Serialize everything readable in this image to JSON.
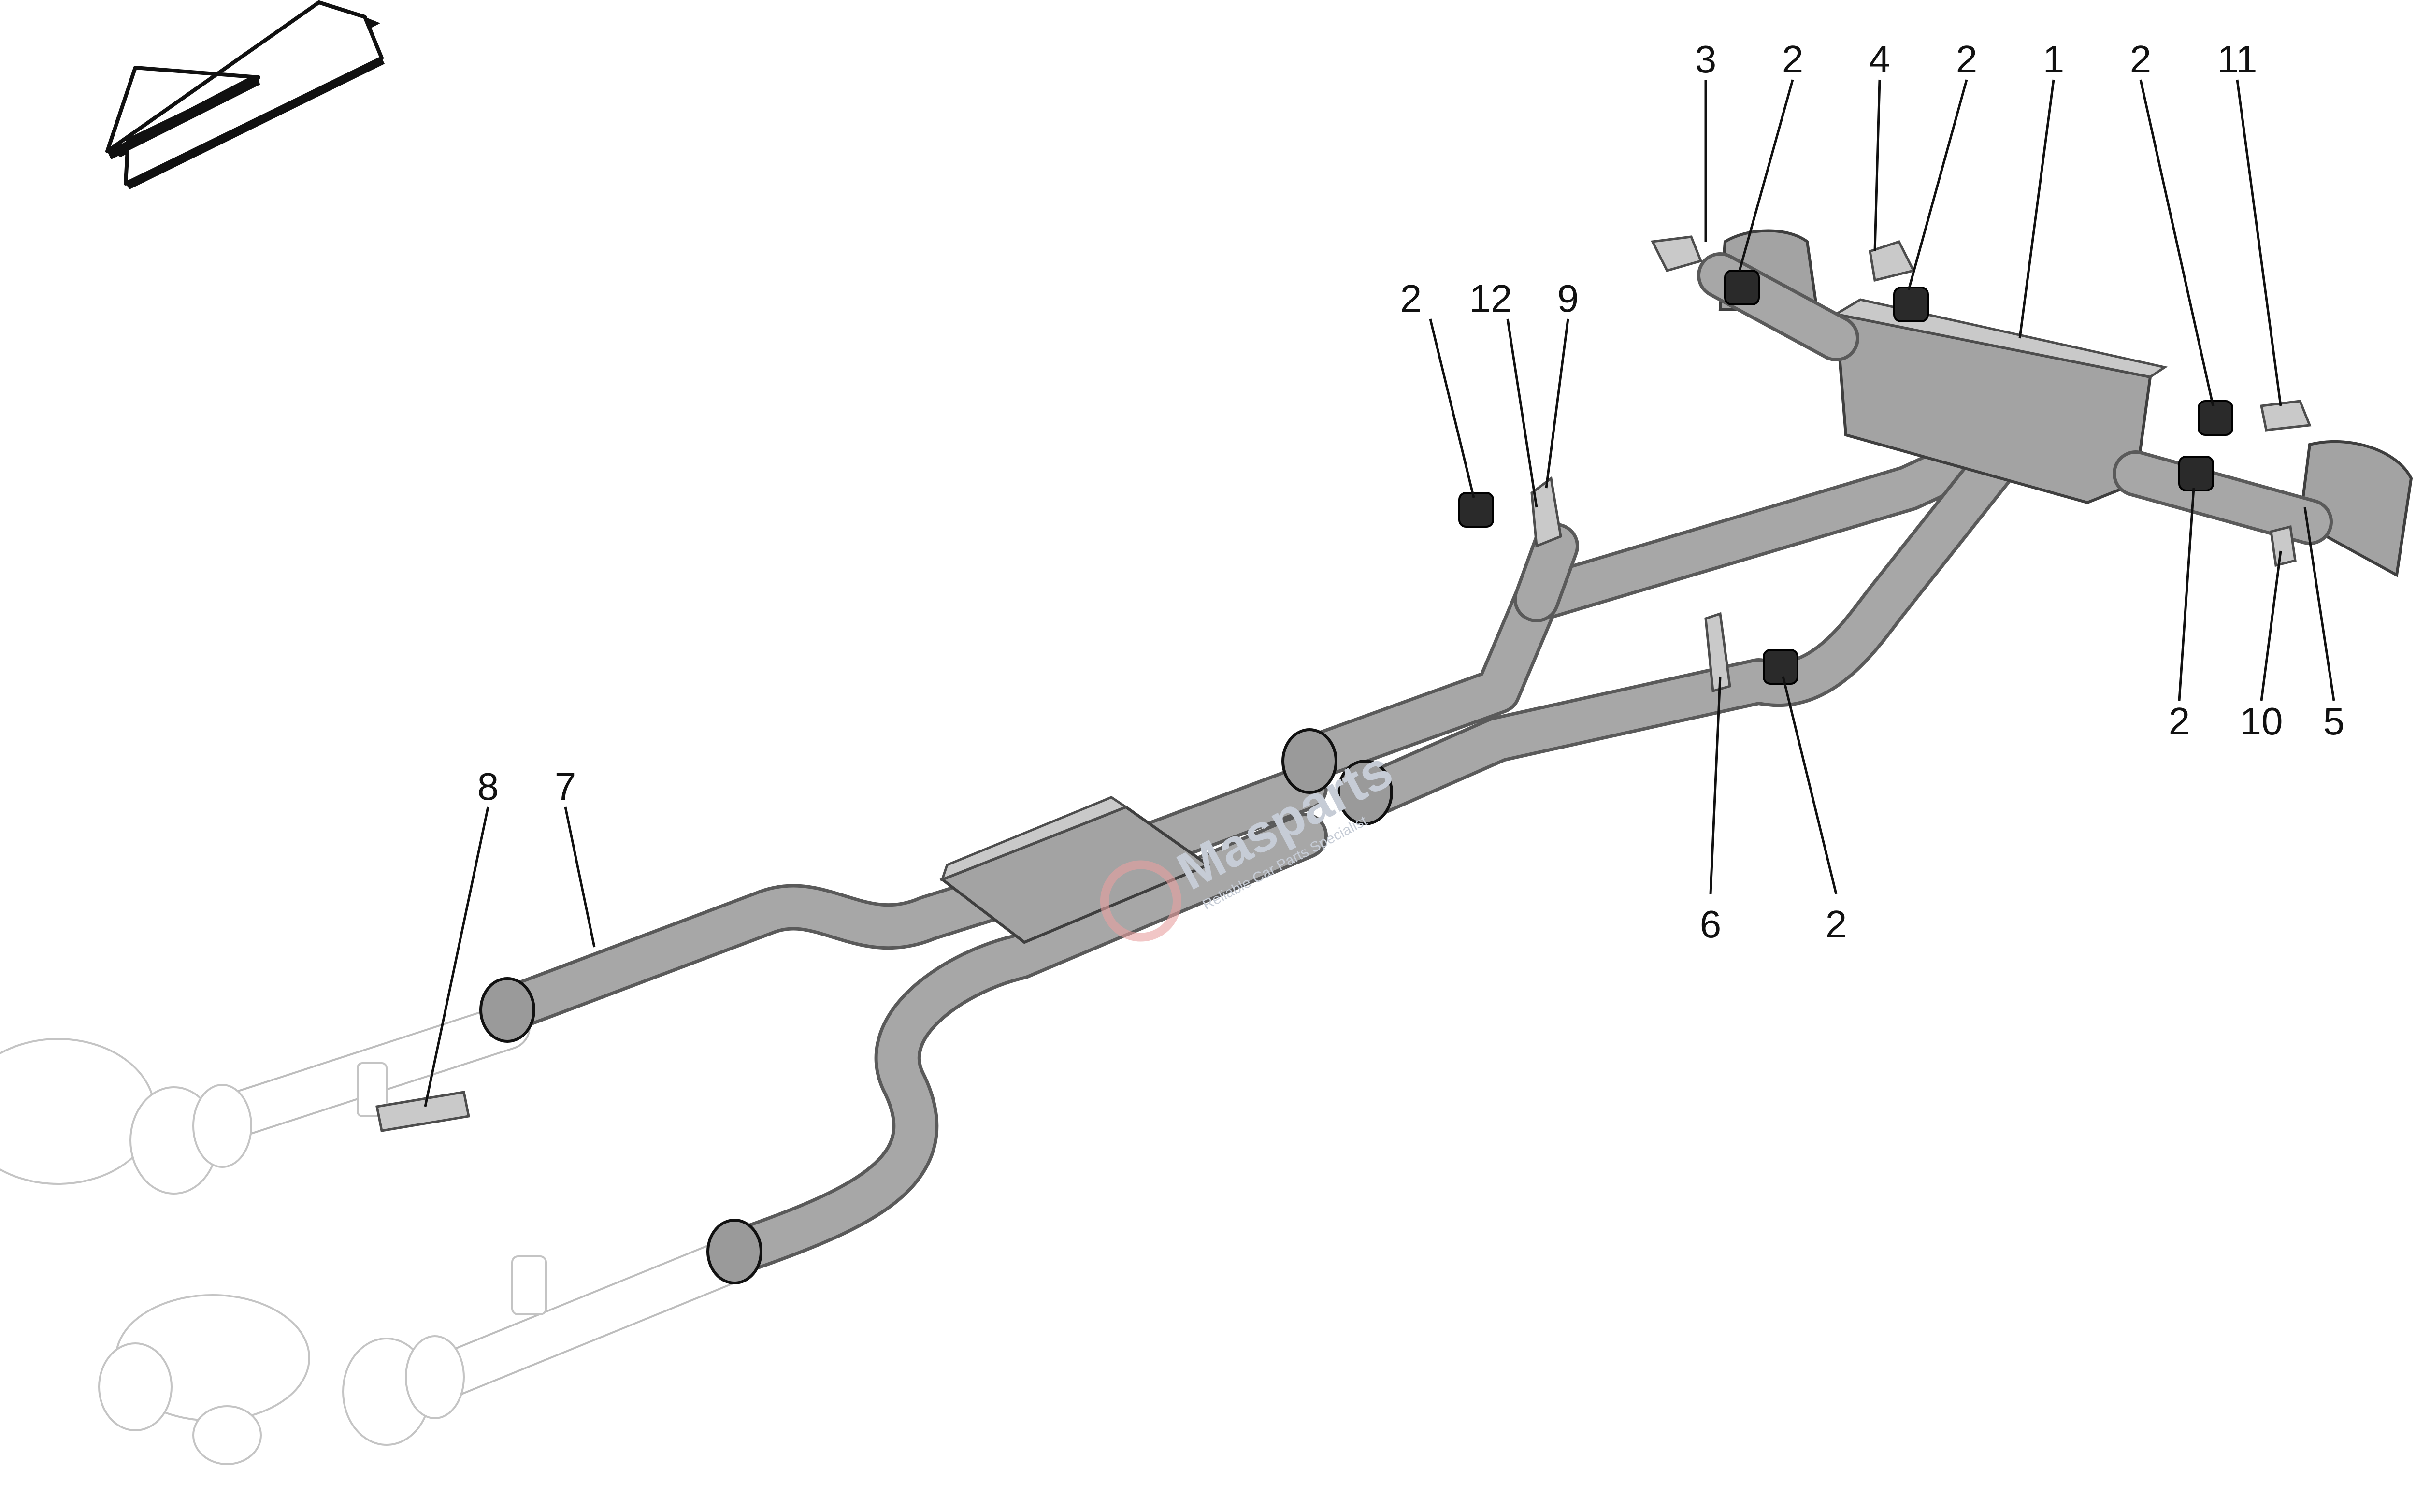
{
  "callouts": [
    {
      "id": "c3a",
      "label": "3"
    },
    {
      "id": "c2a",
      "label": "2"
    },
    {
      "id": "c4a",
      "label": "4"
    },
    {
      "id": "c2b",
      "label": "2"
    },
    {
      "id": "c1a",
      "label": "1"
    },
    {
      "id": "c2c",
      "label": "2"
    },
    {
      "id": "c11a",
      "label": "11"
    },
    {
      "id": "c2d",
      "label": "2"
    },
    {
      "id": "c12a",
      "label": "12"
    },
    {
      "id": "c9a",
      "label": "9"
    },
    {
      "id": "c2e",
      "label": "2"
    },
    {
      "id": "c10a",
      "label": "10"
    },
    {
      "id": "c5a",
      "label": "5"
    },
    {
      "id": "c6a",
      "label": "6"
    },
    {
      "id": "c2f",
      "label": "2"
    },
    {
      "id": "c8a",
      "label": "8"
    },
    {
      "id": "c7a",
      "label": "7"
    }
  ],
  "watermark": {
    "brand": "Masparts",
    "tagline": "Reliable Car Parts Specialist",
    "color": "#c6ccd6",
    "accent": "#e8a0a0"
  },
  "direction_arrow_icon": "arrow-front-left-icon",
  "colors": {
    "pipe": "#a7a7a7",
    "outline": "#3f3f3f",
    "rubber_mount": "#2a2a2a",
    "ghost_parts": "#c4c4c4"
  }
}
